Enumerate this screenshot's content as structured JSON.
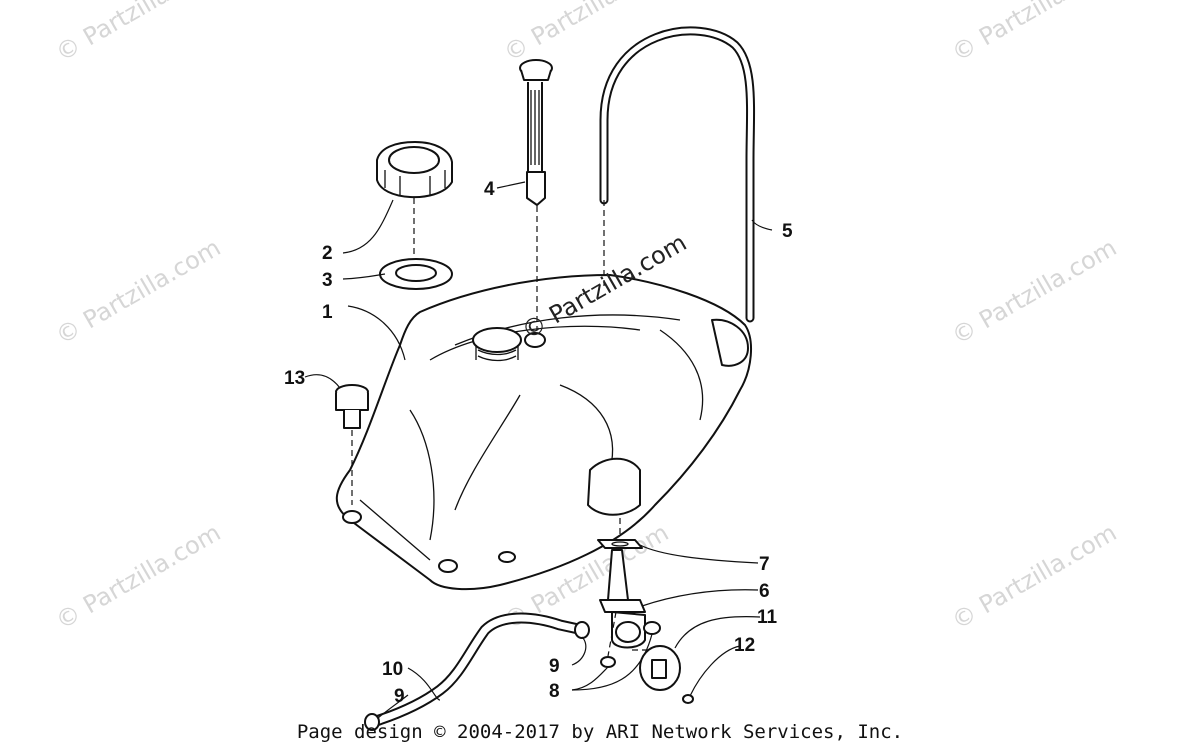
{
  "watermark": {
    "text": "© Partzilla.com",
    "center_text": "© Partzilla.com"
  },
  "callouts": {
    "c1": "1",
    "c2": "2",
    "c3": "3",
    "c4": "4",
    "c5": "5",
    "c6": "6",
    "c7": "7",
    "c8": "8",
    "c9a": "9",
    "c9b": "9",
    "c10": "10",
    "c11": "11",
    "c12": "12",
    "c13": "13"
  },
  "footer": {
    "text": "Page design © 2004-2017 by ARI Network Services, Inc."
  }
}
